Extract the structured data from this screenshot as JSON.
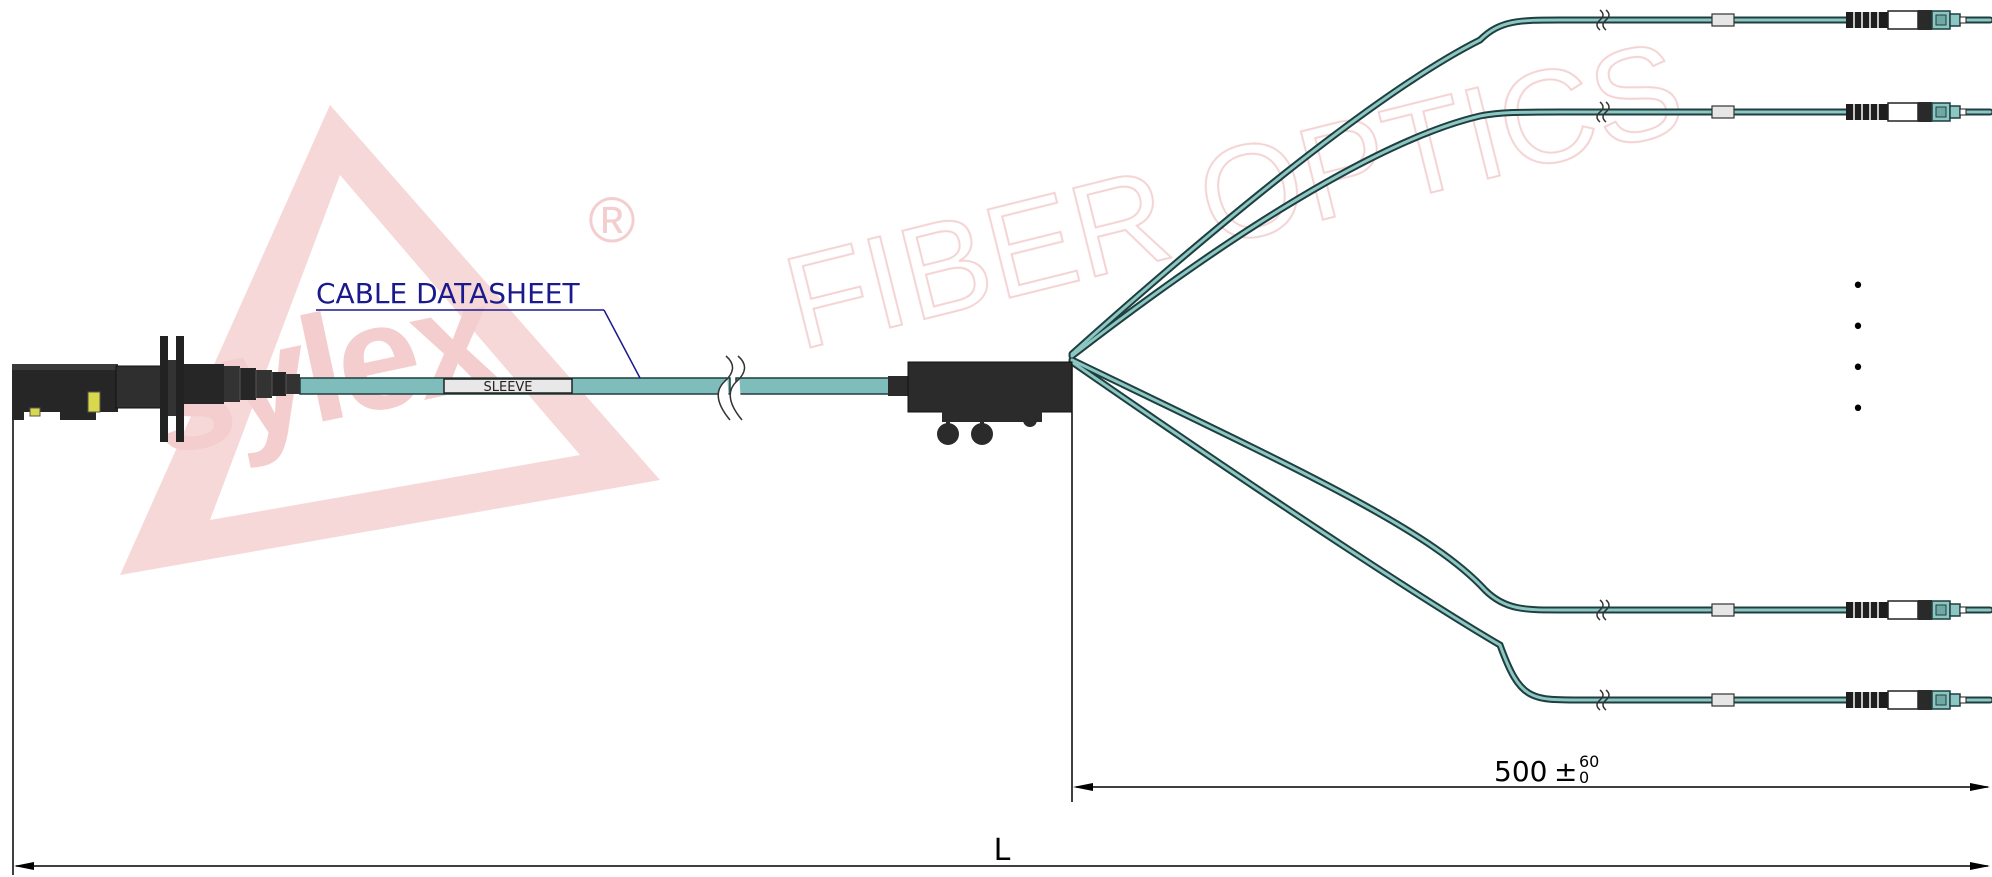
{
  "watermark": {
    "brand": "sylex",
    "registered_mark": "®",
    "tagline": "FIBER OPTICS",
    "color": "#f2c4c4"
  },
  "link": {
    "label": "CABLE DATASHEET",
    "color": "#1a1a8c"
  },
  "cable": {
    "sleeve_label": "SLEEVE",
    "cable_color": "#7fbcbc",
    "body_color": "#2b2b2b"
  },
  "continuation_dots": [
    "•",
    "•",
    "•",
    "•"
  ],
  "dimensions": {
    "breakout_length": {
      "value": "500",
      "symbol": "±",
      "upper_tolerance": "60",
      "lower_tolerance": "0"
    },
    "overall_length": {
      "label": "L"
    }
  }
}
